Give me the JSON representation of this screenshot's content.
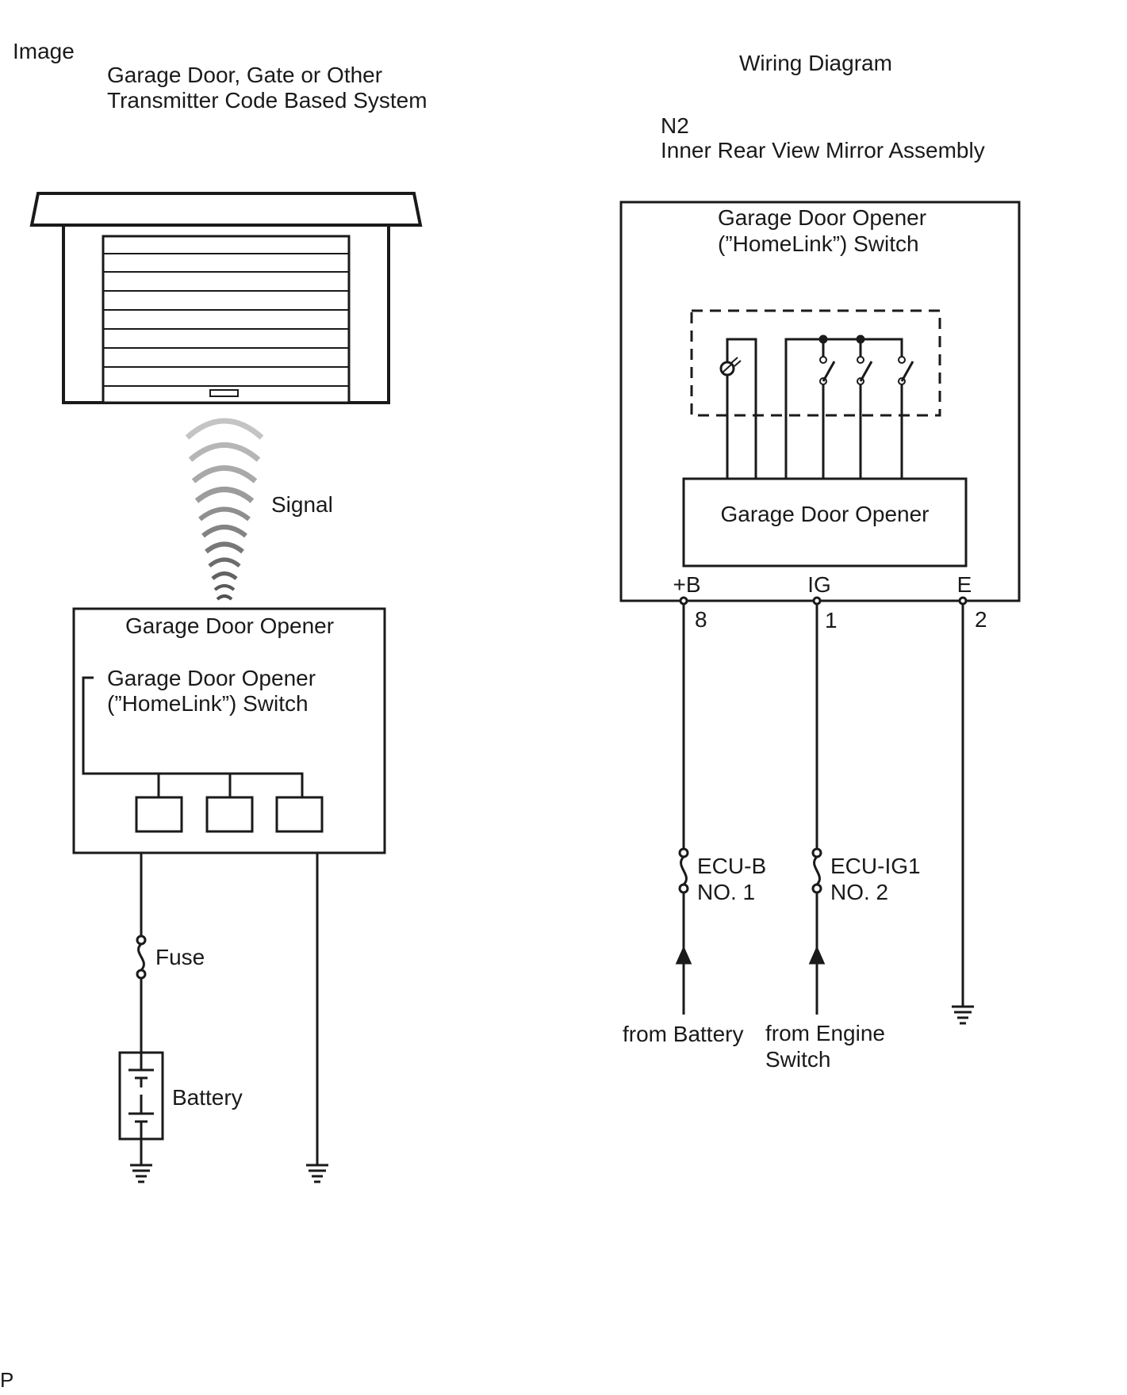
{
  "left": {
    "header": "Image",
    "title_line1": "Garage Door, Gate or Other",
    "title_line2": "Transmitter Code Based System",
    "signal_label": "Signal",
    "opener_title": "Garage Door Opener",
    "switch_line1": "Garage Door Opener",
    "switch_line2": "(”HomeLink”) Switch",
    "fuse_label": "Fuse",
    "battery_label": "Battery"
  },
  "right": {
    "header": "Wiring Diagram",
    "connector_code": "N2",
    "connector_name": "Inner Rear View Mirror Assembly",
    "switch_line1": "Garage Door Opener",
    "switch_line2": "(”HomeLink”) Switch",
    "opener_label": "Garage Door Opener",
    "terminals": [
      {
        "name": "+B",
        "pin": "8"
      },
      {
        "name": "IG",
        "pin": "1"
      },
      {
        "name": "E",
        "pin": "2"
      }
    ],
    "fuse1_line1": "ECU-B",
    "fuse1_line2": "NO. 1",
    "fuse2_line1": "ECU-IG1",
    "fuse2_line2": "NO. 2",
    "source1": "from Battery",
    "source2_line1": "from Engine",
    "source2_line2": "Switch"
  },
  "footer": {
    "corner_mark": "P"
  }
}
